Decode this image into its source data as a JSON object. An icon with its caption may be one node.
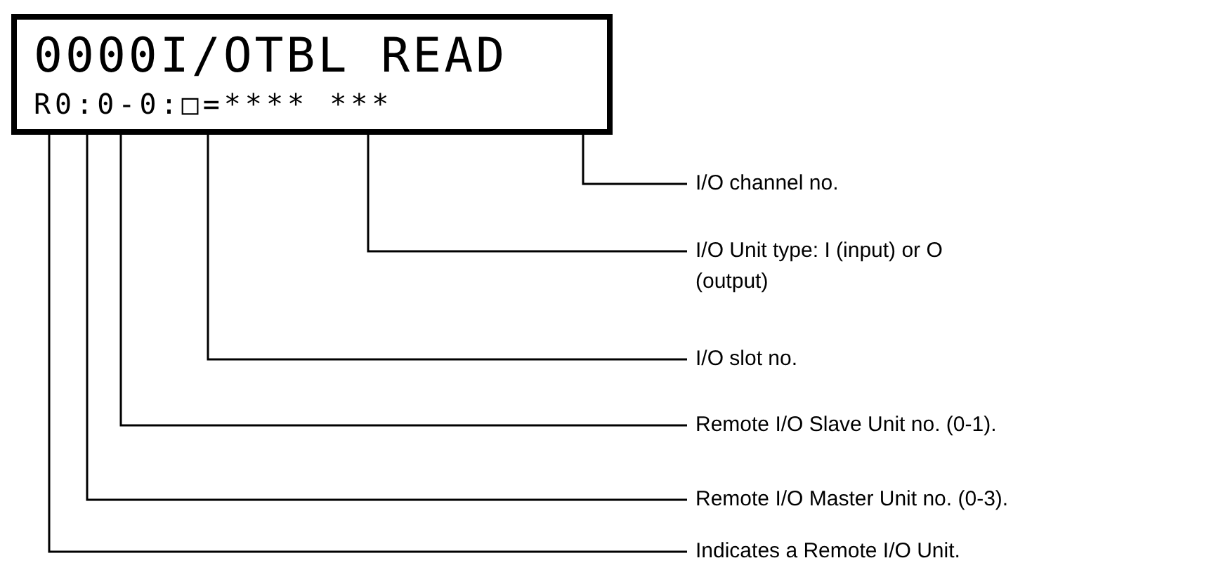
{
  "diagram": {
    "nodes": [
      {
        "text": [
          "0000I/OTBL READ",
          "R0:0-0:□=**** ***"
        ]
      },
      {
        "text": [
          "I/O channel no."
        ]
      },
      {
        "text": [
          "I/O Unit type: I (input) or O (output)"
        ]
      },
      {
        "text": [
          "I/O slot no."
        ]
      },
      {
        "text": [
          "Remote I/O Slave Unit no. (0-1)."
        ]
      },
      {
        "text": [
          "Remote I/O Master Unit no. (0-3)."
        ]
      },
      {
        "text": [
          "Indicates a Remote I/O Unit."
        ]
      }
    ],
    "edges": [
      {
        "from": 1,
        "to": 0,
        "arrow": "none"
      },
      {
        "from": 2,
        "to": 0,
        "arrow": "none"
      },
      {
        "from": 3,
        "to": 0,
        "arrow": "none"
      },
      {
        "from": 4,
        "to": 0,
        "arrow": "none"
      },
      {
        "from": 5,
        "to": 0,
        "arrow": "none"
      },
      {
        "from": 6,
        "to": 0,
        "arrow": "none"
      }
    ]
  }
}
